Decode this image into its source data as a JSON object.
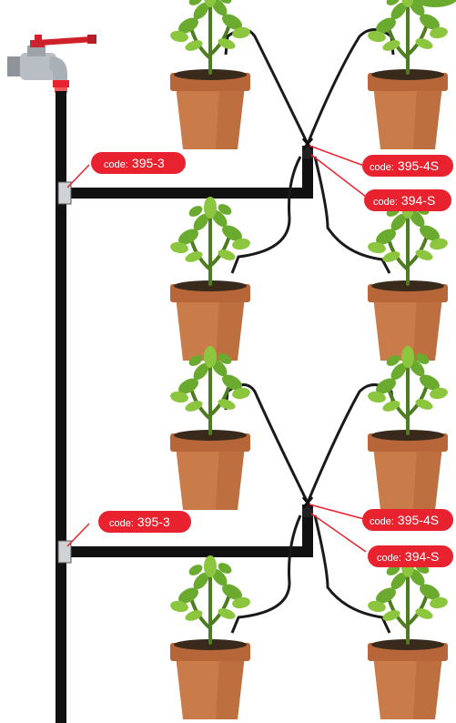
{
  "colors": {
    "label": "#e8222e",
    "pipe": "#111111",
    "tap_handle": "#d0202a",
    "pot": "#c97c49",
    "leaf": "#6aaa2e"
  },
  "labels": {
    "top_tee": {
      "prefix": "code:",
      "code": "395-3"
    },
    "top_cross": {
      "prefix": "code:",
      "code": "395-4S"
    },
    "top_elbow": {
      "prefix": "code:",
      "code": "394-S"
    },
    "bottom_tee": {
      "prefix": "code:",
      "code": "395-3"
    },
    "bottom_cross": {
      "prefix": "code:",
      "code": "395-4S"
    },
    "bottom_elbow": {
      "prefix": "code:",
      "code": "394-S"
    }
  },
  "icons": {
    "tap": "water-tap-icon",
    "plant": "potted-plant-icon"
  }
}
